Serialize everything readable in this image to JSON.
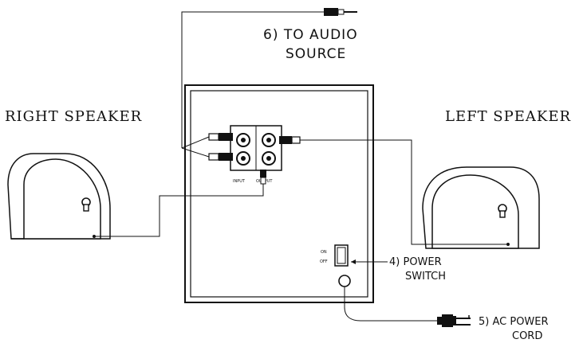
{
  "labels": {
    "right_speaker": "RIGHT SPEAKER",
    "left_speaker": "LEFT SPEAKER",
    "audio_source_line1": "6) TO AUDIO",
    "audio_source_line2": "SOURCE",
    "power_switch_line1": "4) POWER",
    "power_switch_line2": "SWITCH",
    "ac_cord_line1": "5) AC POWER",
    "ac_cord_line2": "CORD",
    "jack_input": "INPUT",
    "jack_output": "OUTPUT",
    "switch_on": "ON",
    "switch_off": "OFF"
  }
}
